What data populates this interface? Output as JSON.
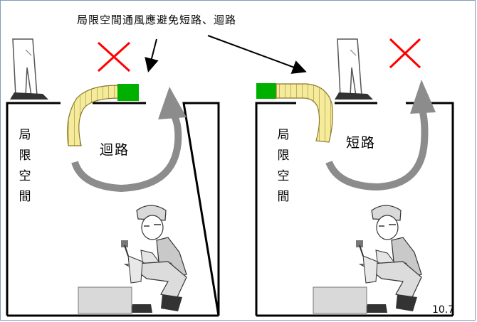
{
  "caption": "局限空間通風應避免短路、迴路",
  "left_panel": {
    "space_label": [
      "局",
      "限",
      "空",
      "間"
    ],
    "flow_label": "迴路",
    "status_icon": "red-x-mark"
  },
  "right_panel": {
    "space_label": [
      "局",
      "限",
      "空",
      "間"
    ],
    "flow_label": "短路",
    "status_icon": "red-x-mark"
  },
  "page_number": "10.7",
  "colors": {
    "wall": "#000000",
    "fan": "#00b000",
    "duct": "#f5eb9a",
    "arrow": "#8c8c8c",
    "cross": "#ff0000",
    "block": "#d9d9d9"
  }
}
